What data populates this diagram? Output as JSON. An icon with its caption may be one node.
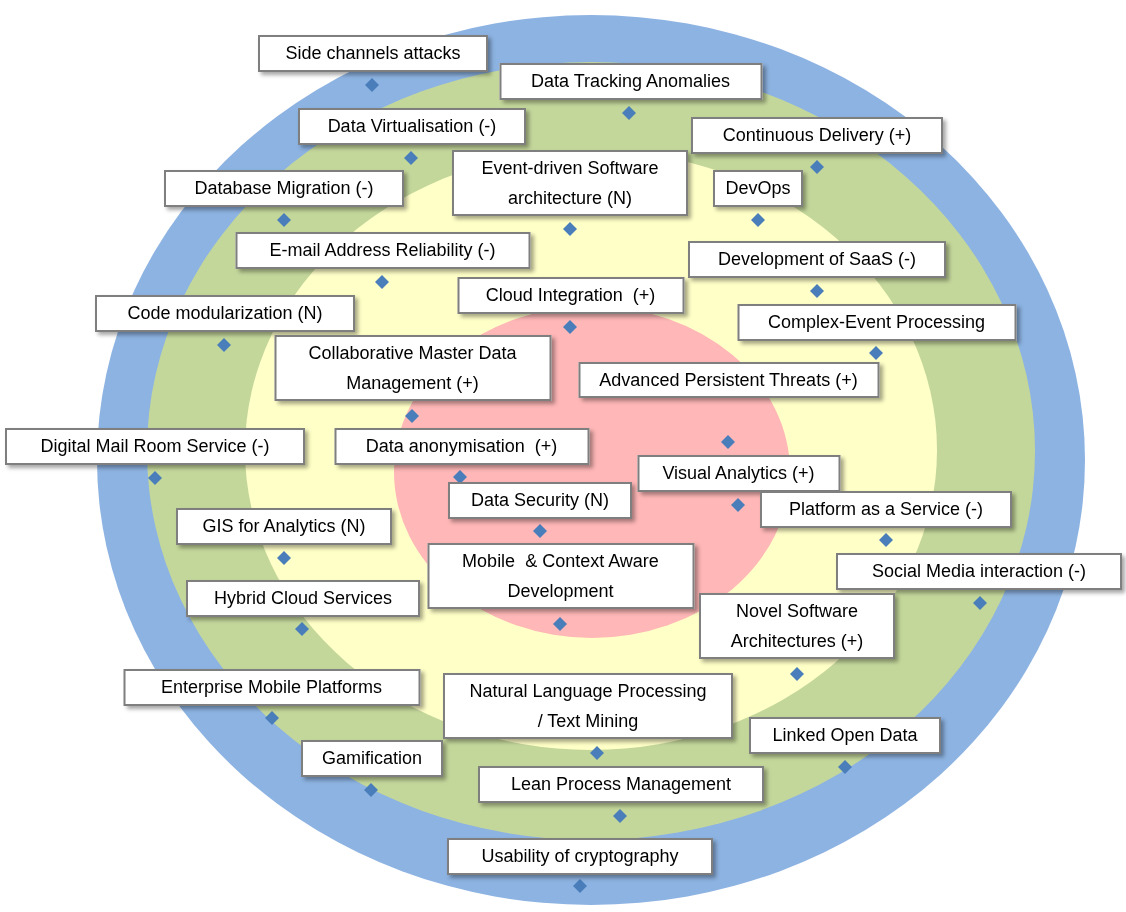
{
  "diagram": {
    "nodes": [
      {
        "text": [
          "Side channels attacks"
        ]
      },
      {
        "text": [
          "Data Tracking Anomalies"
        ]
      },
      {
        "text": [
          "Data Virtualisation (-)"
        ]
      },
      {
        "text": [
          "Continuous Delivery (+)"
        ]
      },
      {
        "text": [
          "Event-driven Software architecture (N)"
        ]
      },
      {
        "text": [
          "Database Migration (-)"
        ]
      },
      {
        "text": [
          "DevOps"
        ]
      },
      {
        "text": [
          "E-mail Address Reliability (-)"
        ]
      },
      {
        "text": [
          "Development of SaaS (-)"
        ]
      },
      {
        "text": [
          "Cloud Integration  (+)"
        ]
      },
      {
        "text": [
          "Code modularization (N)"
        ]
      },
      {
        "text": [
          "Complex-Event Processing"
        ]
      },
      {
        "text": [
          "Collaborative Master Data Management (+)"
        ]
      },
      {
        "text": [
          "Advanced Persistent Threats (+)"
        ]
      },
      {
        "text": [
          "Digital Mail Room Service (-)"
        ]
      },
      {
        "text": [
          "Data anonymisation  (+)"
        ]
      },
      {
        "text": [
          "Visual Analytics (+)"
        ]
      },
      {
        "text": [
          "Data Security (N)"
        ]
      },
      {
        "text": [
          "Platform as a Service (-)"
        ]
      },
      {
        "text": [
          "GIS for Analytics (N)"
        ]
      },
      {
        "text": [
          "Mobile  & Context Aware Development"
        ]
      },
      {
        "text": [
          "Social Media interaction (-)"
        ]
      },
      {
        "text": [
          "Hybrid Cloud Services"
        ]
      },
      {
        "text": [
          "Novel Software Architectures (+)"
        ]
      },
      {
        "text": [
          "Enterprise Mobile Platforms"
        ]
      },
      {
        "text": [
          "Natural Language Processing / Text Mining"
        ]
      },
      {
        "text": [
          "Linked Open Data"
        ]
      },
      {
        "text": [
          "Gamification"
        ]
      },
      {
        "text": [
          "Lean Process Management"
        ]
      },
      {
        "text": [
          "Usability of cryptography"
        ]
      }
    ]
  }
}
